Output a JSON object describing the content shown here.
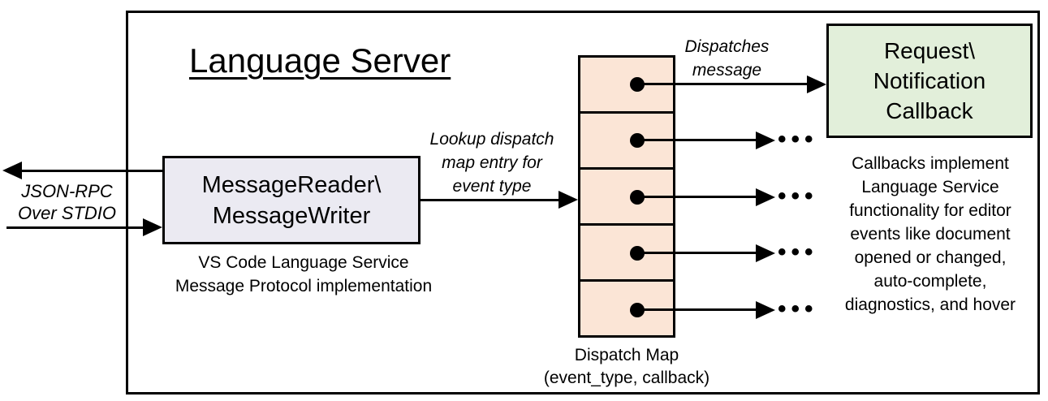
{
  "title": "Language Server",
  "left_io": {
    "label_lines": [
      "JSON-RPC",
      "Over STDIO"
    ]
  },
  "message_box": {
    "lines": [
      "MessageReader\\",
      "MessageWriter"
    ],
    "caption_lines": [
      "VS Code Language Service",
      "Message Protocol implementation"
    ],
    "fill": "#EBEAF2"
  },
  "lookup_label": {
    "lines": [
      "Lookup dispatch",
      "map entry for",
      "event type"
    ]
  },
  "dispatch_map": {
    "caption_lines": [
      "Dispatch Map",
      "(event_type, callback)"
    ],
    "cell_count": 5,
    "fill": "#FBE5D6"
  },
  "dispatches_label": {
    "lines": [
      "Dispatches",
      "message"
    ]
  },
  "callback_box": {
    "lines": [
      "Request\\",
      "Notification",
      "Callback"
    ],
    "fill": "#E2EFDA"
  },
  "callbacks_note_lines": [
    "Callbacks implement",
    "Language Service",
    "functionality for editor",
    "events like document",
    "opened or changed,",
    "auto-complete,",
    "diagnostics, and hover"
  ],
  "ellipsis": "•••",
  "colors": {
    "line": "#000000",
    "background": "#FFFFFF"
  }
}
